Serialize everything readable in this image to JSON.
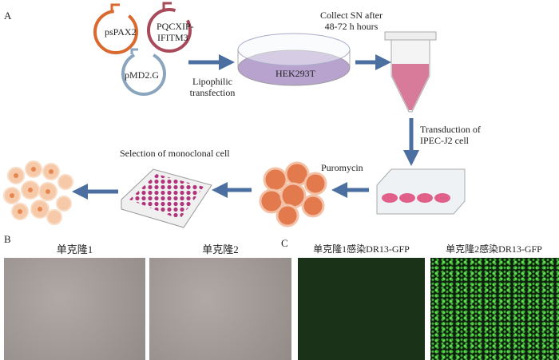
{
  "panel_a": {
    "label": "A",
    "plasmids": [
      "psPAX2",
      "PQCXIP-",
      "IFITM3",
      "pMD2.G"
    ],
    "step1": [
      "Lipophilic",
      "transfection"
    ],
    "dish_label": "HEK293T",
    "collect": [
      "Collect SN after",
      "48-72 h hours"
    ],
    "transduction": [
      "Transduction of",
      "IPEC-J2 cell"
    ],
    "puromycin": "Puromycin",
    "selection": "Selection of monoclonal cell",
    "colors": {
      "arrow": "#4a6fa0",
      "psPAX2": "#d9692e",
      "PQCXIP": "#a84a5a",
      "pMD2": "#8aa5bd",
      "cells": "#e07a4a",
      "well": "#b0357a"
    }
  },
  "panel_b": {
    "label": "B",
    "titles": [
      "单克隆1",
      "单克隆2"
    ]
  },
  "panel_c": {
    "label": "C",
    "titles": [
      "单克隆1感染DR13-GFP",
      "单克隆2感染DR13-GFP"
    ]
  }
}
